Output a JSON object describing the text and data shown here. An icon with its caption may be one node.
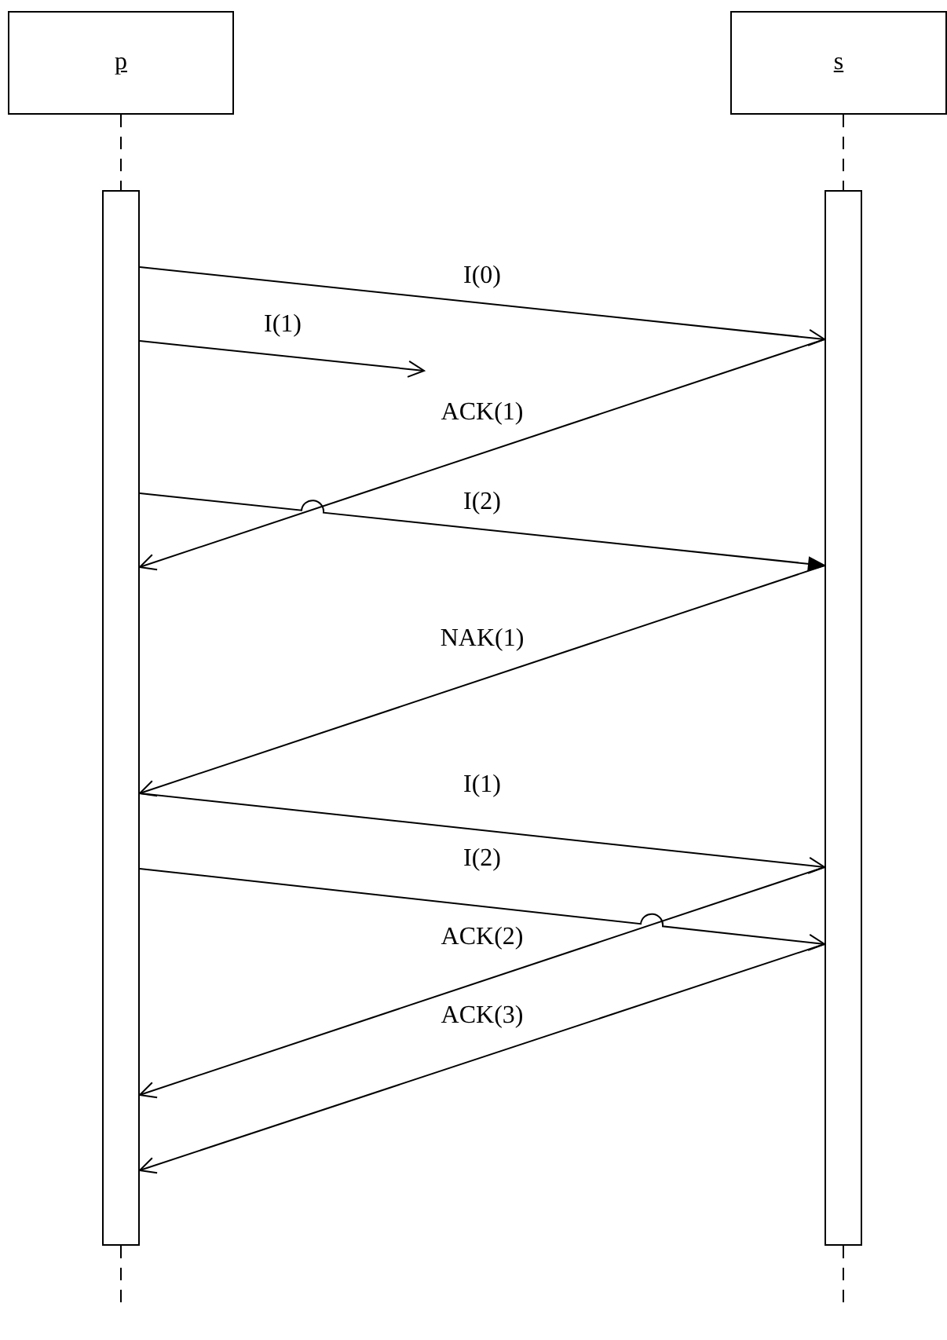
{
  "diagram": {
    "nodes": [
      {
        "text": [
          "p"
        ]
      },
      {
        "text": [
          "s"
        ]
      },
      {
        "text": [],
        "shape": "bar"
      },
      {
        "text": [],
        "shape": "bar"
      }
    ],
    "edges": [
      {
        "from": 0,
        "to": 2,
        "arrow": "none",
        "style": "dashed"
      },
      {
        "from": 1,
        "to": 3,
        "arrow": "none",
        "style": "dashed"
      },
      {
        "from": 2,
        "to": 3,
        "arrow": "to",
        "label": "I(0)"
      },
      {
        "from": 2,
        "to": null,
        "arrow": "to",
        "label": "I(1)"
      },
      {
        "from": 3,
        "to": 2,
        "arrow": "to",
        "label": "ACK(1)"
      },
      {
        "from": 2,
        "to": 3,
        "arrow": "to",
        "label": "I(2)"
      },
      {
        "from": 3,
        "to": 2,
        "arrow": "to",
        "label": "NAK(1)"
      },
      {
        "from": 2,
        "to": 3,
        "arrow": "to",
        "label": "I(1)"
      },
      {
        "from": 2,
        "to": 3,
        "arrow": "to",
        "label": "I(2)"
      },
      {
        "from": 3,
        "to": 2,
        "arrow": "to",
        "label": "ACK(2)"
      },
      {
        "from": 3,
        "to": 2,
        "arrow": "to",
        "label": "ACK(3)"
      },
      {
        "from": 2,
        "to": null,
        "arrow": "none",
        "style": "dashed"
      },
      {
        "from": 3,
        "to": null,
        "arrow": "none",
        "style": "dashed"
      }
    ]
  }
}
